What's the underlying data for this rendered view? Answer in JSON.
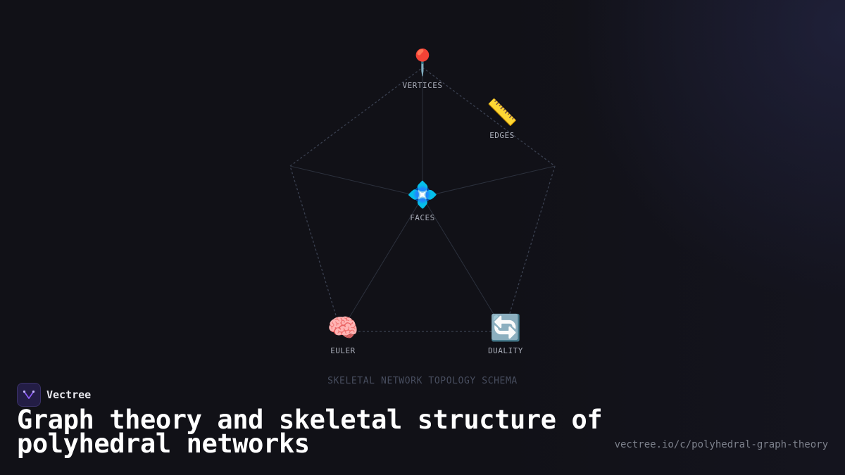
{
  "diagram": {
    "caption": "SKELETAL NETWORK TOPOLOGY SCHEMA",
    "nodes": [
      {
        "id": "vertices",
        "label": "VERTICES",
        "icon": "📍",
        "icon_name": "round-pushpin-icon"
      },
      {
        "id": "edges",
        "label": "EDGES",
        "icon": "📏",
        "icon_name": "ruler-icon"
      },
      {
        "id": "faces",
        "label": "FACES",
        "icon": "💠",
        "icon_name": "diamond-dot-icon"
      },
      {
        "id": "euler",
        "label": "EULER",
        "icon": "🧠",
        "icon_name": "brain-icon"
      },
      {
        "id": "duality",
        "label": "DUALITY",
        "icon": "🔄",
        "icon_name": "cycle-arrows-icon"
      }
    ],
    "edge_color": "#3a4050"
  },
  "brand": {
    "name": "Vectree",
    "logo_icon": "vectree-logo-icon",
    "accent": "#8b5cf6"
  },
  "title": "Graph theory and skeletal structure of polyhedral networks",
  "url": "vectree.io/c/polyhedral-graph-theory"
}
